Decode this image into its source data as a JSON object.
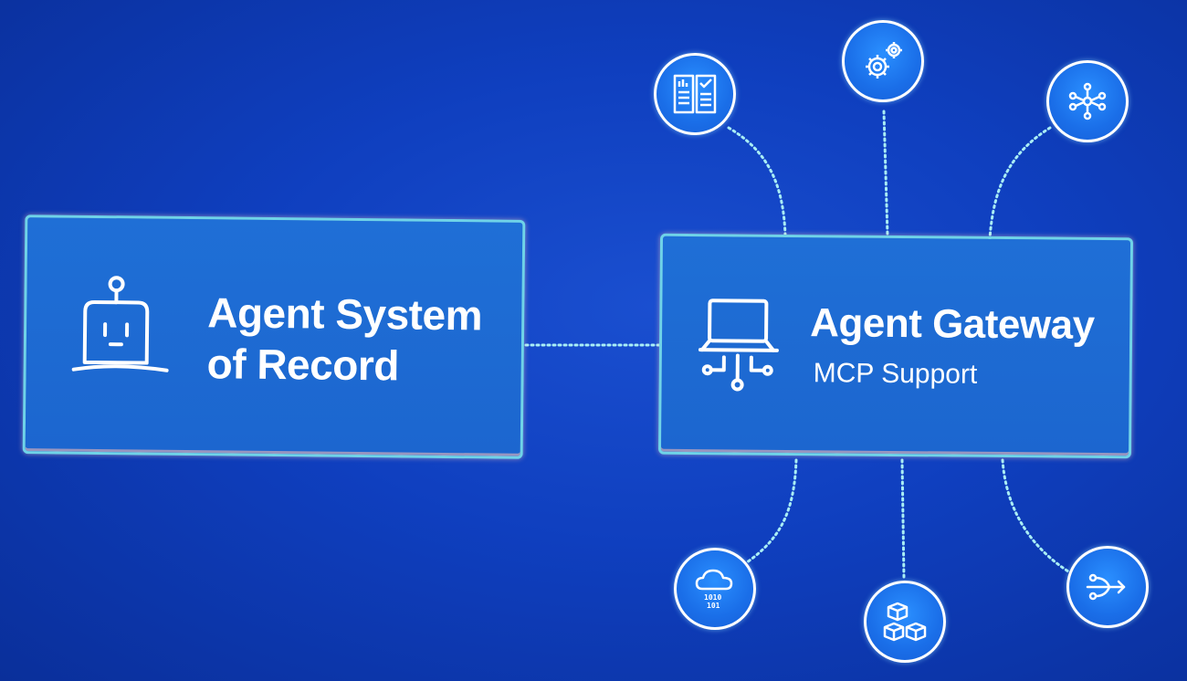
{
  "left_box": {
    "title_line1": "Agent System",
    "title_line2": "of Record",
    "icon": "robot-icon"
  },
  "right_box": {
    "title": "Agent Gateway",
    "subtitle": "MCP Support",
    "icon": "laptop-circuit-icon"
  },
  "nodes": [
    {
      "id": "top-left",
      "icon": "report-checklist-icon"
    },
    {
      "id": "top-center",
      "icon": "gears-icon"
    },
    {
      "id": "top-right",
      "icon": "network-graph-icon"
    },
    {
      "id": "bottom-left",
      "icon": "cloud-binary-icon"
    },
    {
      "id": "bottom-center",
      "icon": "cubes-icon"
    },
    {
      "id": "bottom-right",
      "icon": "split-arrow-icon"
    }
  ],
  "colors": {
    "background": "#0f3fbf",
    "box_fill": "#1f6fd6",
    "box_border": "#6fd3e8",
    "connector": "#8fe6f0",
    "text": "#ffffff"
  }
}
